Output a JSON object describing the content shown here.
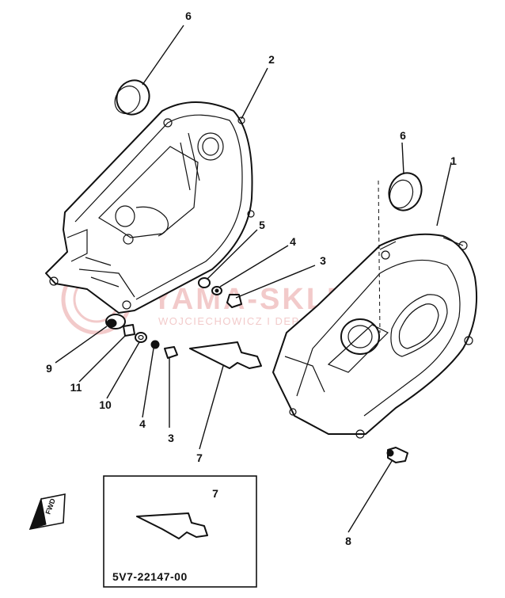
{
  "callouts": {
    "c6_left": "6",
    "c2": "2",
    "c6_right": "6",
    "c1": "1",
    "c5": "5",
    "c4_top": "4",
    "c3_top": "3",
    "c9": "9",
    "c11": "11",
    "c10": "10",
    "c4_bottom": "4",
    "c3_bottom": "3",
    "c7_main": "7",
    "c7_inset": "7",
    "c8": "8"
  },
  "inset": {
    "part_number": "5V7-22147-00"
  },
  "fwd_marker": {
    "label": "FWD",
    "icon": "fwd-arrow-icon"
  },
  "watermark": {
    "brand": "YAMA-SKLEP",
    "subtitle": "WOJCIECHOWICZ I DEP  ...  MAHA"
  },
  "colors": {
    "line": "#111111",
    "watermark": "#e8a0a0",
    "background": "#ffffff"
  }
}
